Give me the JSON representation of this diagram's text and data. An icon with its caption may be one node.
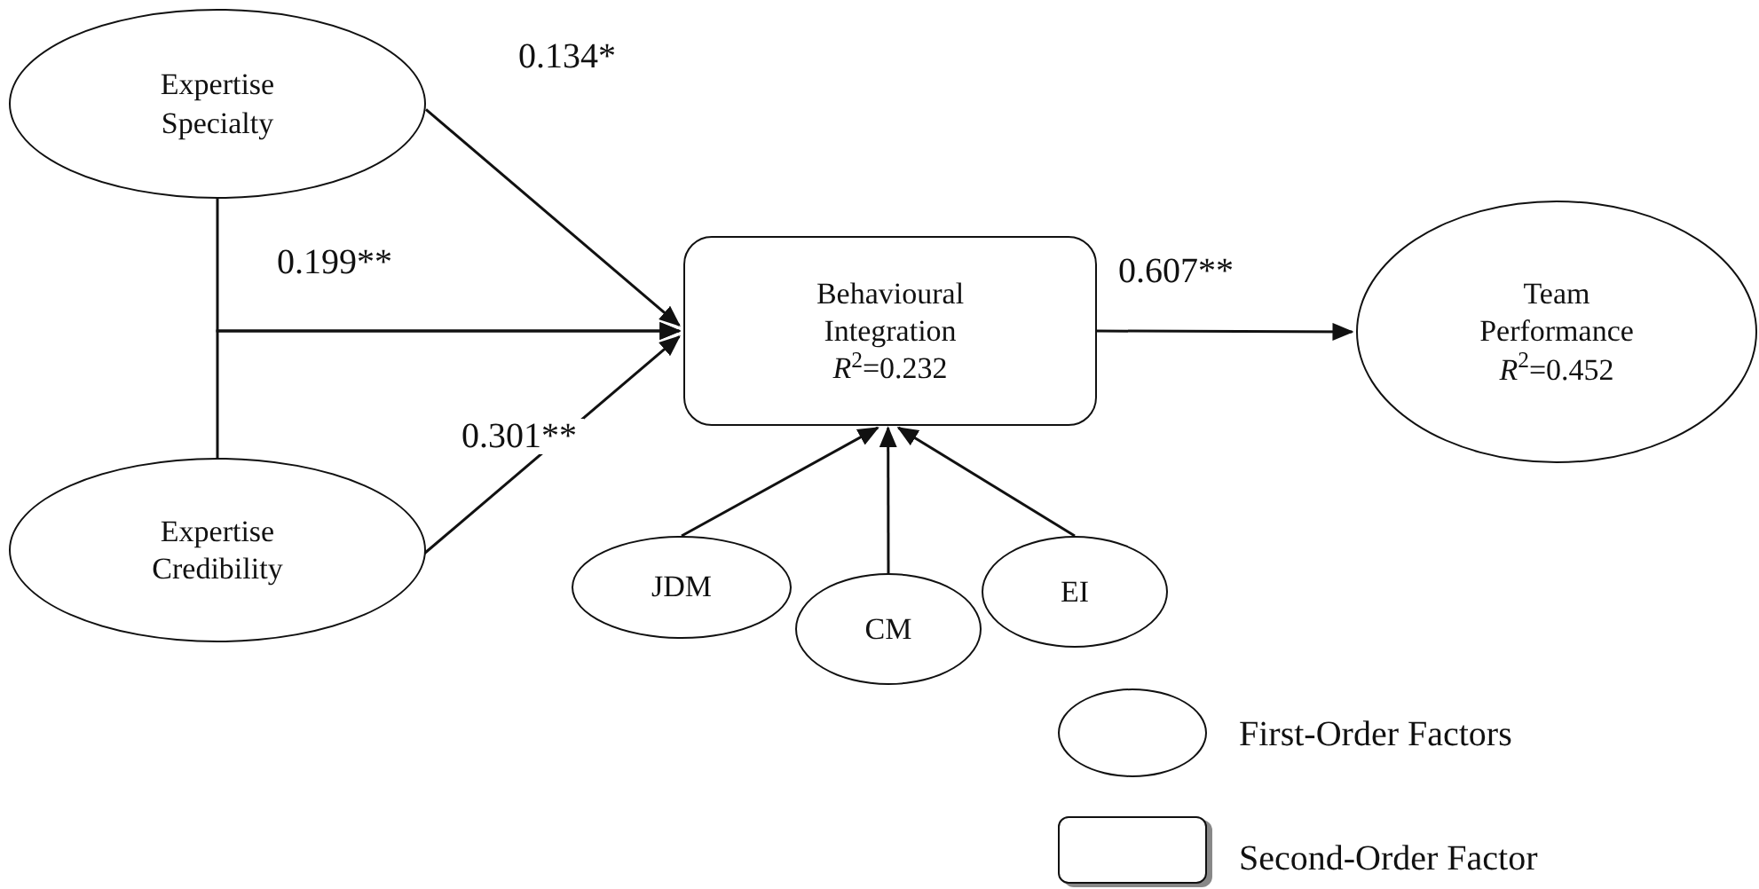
{
  "diagram": {
    "nodes": [
      {
        "text": [
          "Expertise Specialty"
        ]
      },
      {
        "text": [
          "Expertise Credibility"
        ]
      },
      {
        "text": [
          "Behavioural Integration",
          "*R*$^{2}$=0.232"
        ]
      },
      {
        "text": [
          "Team Performance",
          "*R*$^{2}$=0.452"
        ]
      },
      {
        "text": [
          "JDM"
        ]
      },
      {
        "text": [
          "CM"
        ]
      },
      {
        "text": [
          "EI"
        ]
      }
    ],
    "edges": [
      {
        "from": 0,
        "to": 2,
        "arrow": "to",
        "label": "0.134*"
      },
      {
        "from": 0,
        "to": 2,
        "arrow": "to",
        "label": "0.199**"
      },
      {
        "from": 1,
        "to": 2,
        "arrow": "to"
      },
      {
        "from": 1,
        "to": 2,
        "arrow": "to",
        "label": "0.301**"
      },
      {
        "from": 2,
        "to": 3,
        "arrow": "to",
        "label": "0.607**"
      },
      {
        "from": 4,
        "to": 2,
        "arrow": "to"
      },
      {
        "from": 5,
        "to": 2,
        "arrow": "to"
      },
      {
        "from": 6,
        "to": 2,
        "arrow": "to"
      }
    ],
    "legend": [
      {
        "text": "First-Order Factors",
        "color": "#ffffff"
      },
      {
        "text": "Second-Order Factor",
        "color": "#ffffff"
      }
    ]
  }
}
